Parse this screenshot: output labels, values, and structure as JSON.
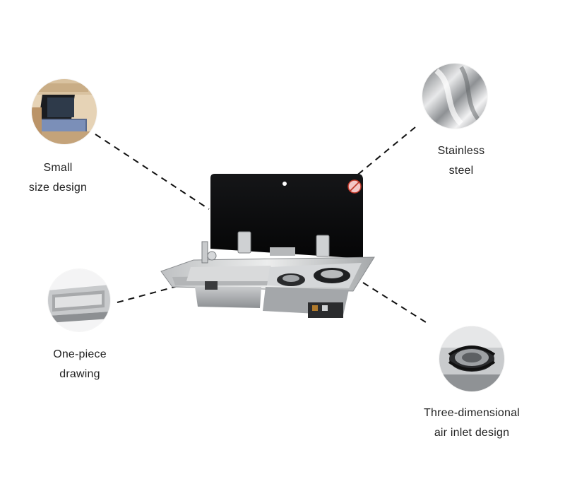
{
  "features": [
    {
      "id": "small-size",
      "line1": "Small",
      "line2": "size design"
    },
    {
      "id": "stainless",
      "line1": "Stainless",
      "line2": "steel"
    },
    {
      "id": "one-piece",
      "line1": "One-piece",
      "line2": "drawing"
    },
    {
      "id": "air-inlet",
      "line1": "Three-dimensional",
      "line2": "air inlet design"
    }
  ],
  "colors": {
    "caption": "#222222",
    "dash": "#111111",
    "steel_light": "#d9dadb",
    "steel_mid": "#a9abad",
    "steel_dark": "#6e7173",
    "glass_lid": "#0b0b0c"
  },
  "icons": [
    "small-size-photo",
    "stainless-steel-photo",
    "one-piece-photo",
    "air-inlet-photo",
    "sink-stove-combo-photo"
  ]
}
